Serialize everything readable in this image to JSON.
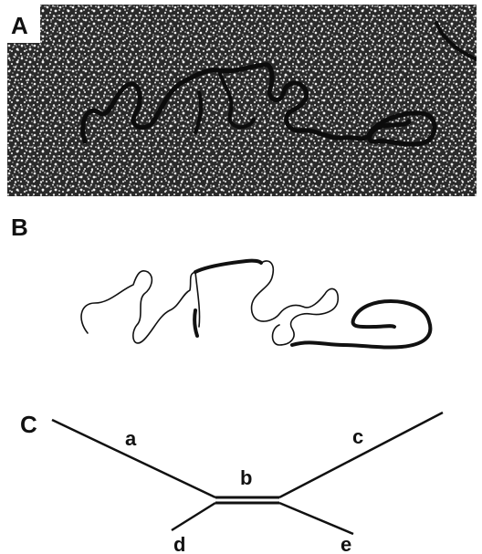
{
  "panels": {
    "a": {
      "label": "A"
    },
    "b": {
      "label": "B"
    },
    "c": {
      "label": "C",
      "segments": {
        "a": "a",
        "b": "b",
        "c": "c",
        "d": "d",
        "e": "e"
      }
    }
  },
  "colors": {
    "ink": "#111111",
    "micrograph_bg": "#2a2a2a",
    "speckle": "#ffffff"
  }
}
